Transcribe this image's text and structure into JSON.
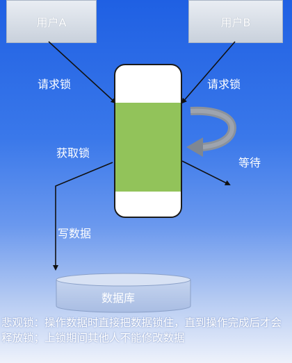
{
  "users": {
    "a": "用户A",
    "b": "用户B"
  },
  "labels": {
    "request_lock_left": "请求锁",
    "request_lock_right": "请求锁",
    "acquire_lock": "获取锁",
    "wait": "等待",
    "write_data": "写数据",
    "database": "数据库"
  },
  "footer": "悲观锁：操作数据时直接把数据锁住，直到操作完成后才会释放锁；上锁期间其他人不能修改数据",
  "colors": {
    "background": "#2f6ee6",
    "locked_region": "#92c35a",
    "arrow": "#111111",
    "wait_arrow": "#7f8792"
  }
}
